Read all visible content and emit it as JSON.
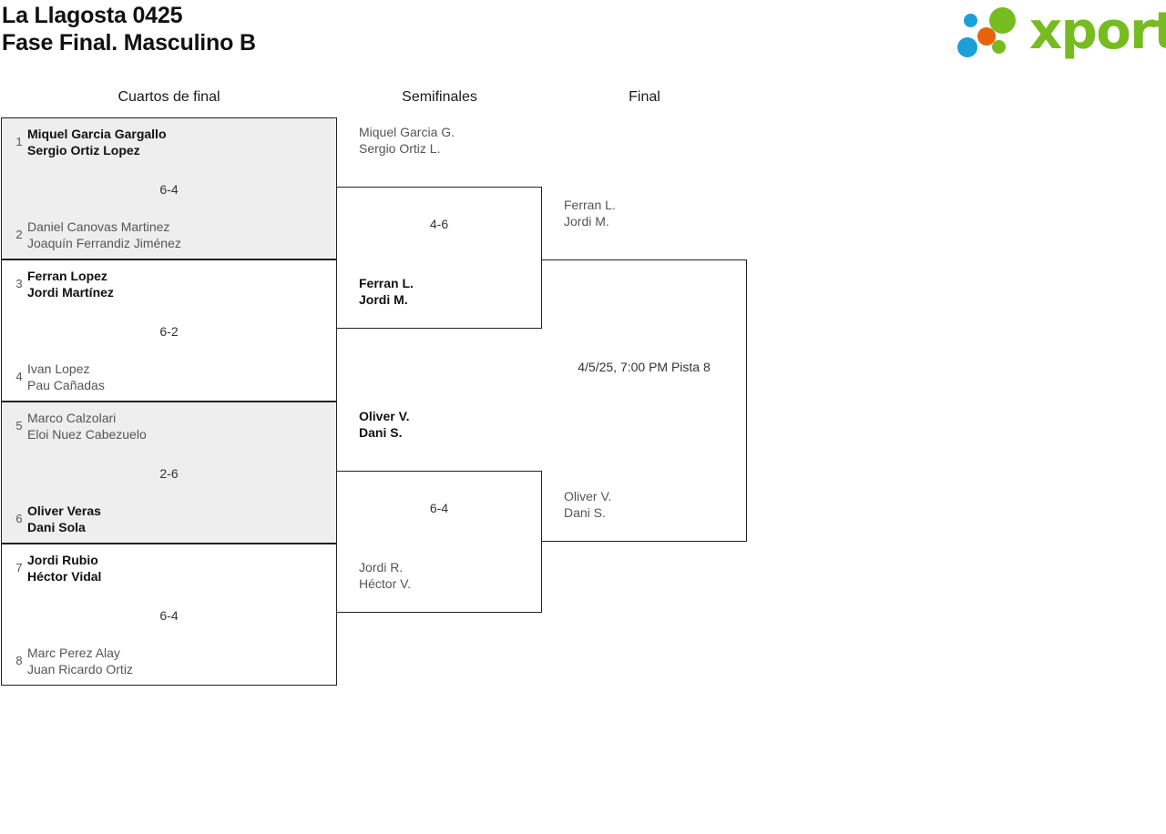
{
  "header": {
    "title_line1": "La Llagosta 0425",
    "title_line2": "Fase Final. Masculino B",
    "logo_text": "xporty",
    "logo_colors": {
      "green": "#76bc21",
      "blue": "#1b9fd8",
      "orange": "#e8620c"
    }
  },
  "rounds": [
    {
      "label": "Cuartos de final"
    },
    {
      "label": "Semifinales"
    },
    {
      "label": "Final"
    }
  ],
  "quarterfinals": [
    {
      "score": "6-4",
      "top": {
        "seed": "1",
        "player1": "Miquel Garcia Gargallo",
        "player2": "Sergio Ortiz Lopez",
        "result": "winner"
      },
      "bottom": {
        "seed": "2",
        "player1": "Daniel Canovas Martinez",
        "player2": "Joaquín Ferrandiz Jiménez",
        "result": "loser"
      }
    },
    {
      "score": "6-2",
      "top": {
        "seed": "3",
        "player1": "Ferran Lopez",
        "player2": "Jordi Martínez",
        "result": "winner"
      },
      "bottom": {
        "seed": "4",
        "player1": "Ivan Lopez",
        "player2": "Pau Cañadas",
        "result": "loser"
      }
    },
    {
      "score": "2-6",
      "top": {
        "seed": "5",
        "player1": "Marco Calzolari",
        "player2": "Eloi Nuez Cabezuelo",
        "result": "loser"
      },
      "bottom": {
        "seed": "6",
        "player1": "Oliver Veras",
        "player2": "Dani Sola",
        "result": "winner"
      }
    },
    {
      "score": "6-4",
      "top": {
        "seed": "7",
        "player1": "Jordi Rubio",
        "player2": "Héctor Vidal",
        "result": "winner"
      },
      "bottom": {
        "seed": "8",
        "player1": "Marc Perez Alay",
        "player2": "Juan Ricardo Ortiz",
        "result": "loser"
      }
    }
  ],
  "semifinals": [
    {
      "score": "4-6",
      "top": {
        "player1": "Miquel Garcia G.",
        "player2": "Sergio Ortiz L.",
        "result": "loser"
      },
      "bottom": {
        "player1": "Ferran L.",
        "player2": "Jordi M.",
        "result": "winner"
      }
    },
    {
      "score": "6-4",
      "top": {
        "player1": "Oliver V.",
        "player2": "Dani S.",
        "result": "winner"
      },
      "bottom": {
        "player1": "Jordi R.",
        "player2": "Héctor V.",
        "result": "loser"
      }
    }
  ],
  "final": {
    "schedule": "4/5/25, 7:00 PM Pista 8",
    "top": {
      "player1": "Ferran L.",
      "player2": "Jordi M.",
      "result": "pending"
    },
    "bottom": {
      "player1": "Oliver V.",
      "player2": "Dani S.",
      "result": "pending"
    }
  }
}
